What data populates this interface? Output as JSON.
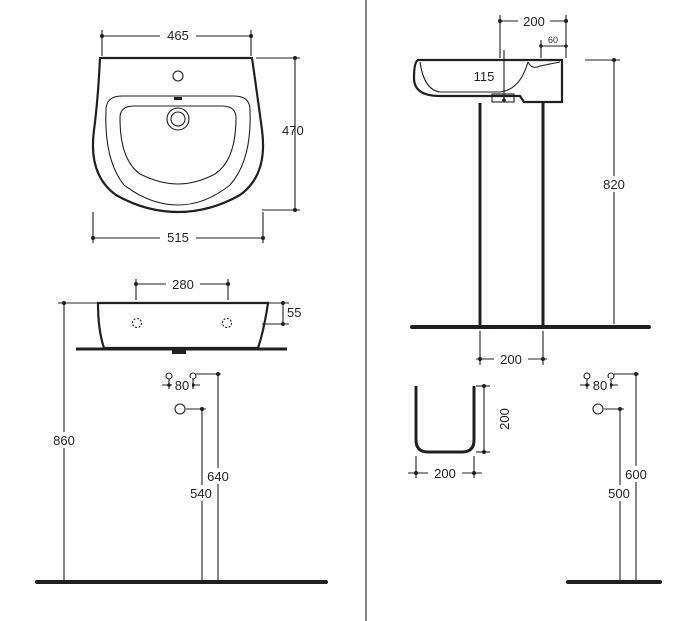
{
  "dimensions": {
    "top_width": "465",
    "top_depth": "470",
    "overall_width": "515",
    "front_holes": "280",
    "front_height": "55",
    "installed_height": "860",
    "left_pipe_spacing": "80",
    "left_pipe_high": "640",
    "left_pipe_low": "540",
    "side_depth": "200",
    "side_small": "60",
    "side_bowl": "115",
    "side_height": "820",
    "pedestal_width": "200",
    "semi_pedestal_height": "200",
    "semi_pedestal_width": "200",
    "right_pipe_spacing": "80",
    "right_pipe_high": "600",
    "right_pipe_low": "500"
  },
  "colors": {
    "line": "#231f20",
    "background": "#ffffff"
  }
}
